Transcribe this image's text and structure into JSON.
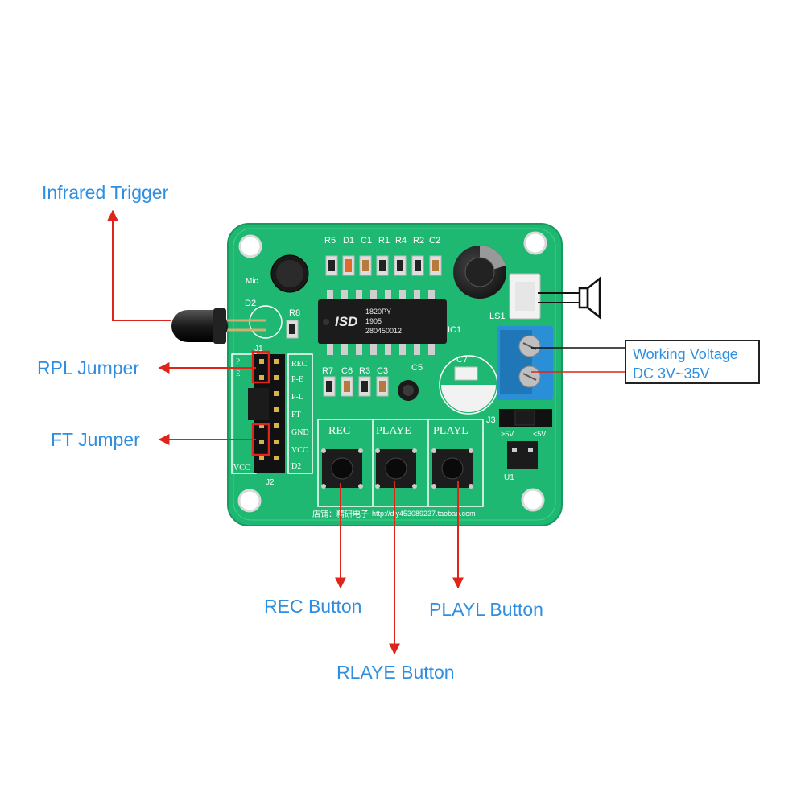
{
  "callouts": {
    "infrared_trigger": "Infrared Trigger",
    "rpl_jumper": "RPL Jumper",
    "ft_jumper": "FT Jumper",
    "rec_button": "REC Button",
    "rlaye_button": "RLAYE Button",
    "playl_button": "PLAYL Button",
    "working_voltage": "Working Voltage",
    "voltage_range": "DC 3V~35V"
  },
  "board": {
    "top_refs": [
      "R5",
      "D1",
      "C1",
      "R1",
      "R4",
      "R2",
      "C2"
    ],
    "mid_refs": [
      "R7",
      "C6",
      "R3",
      "C3"
    ],
    "mic": "Mic",
    "d2": "D2",
    "r8": "R8",
    "c5": "C5",
    "c7": "C7",
    "ic1": "IC1",
    "ls1": "LS1",
    "j1": "J1",
    "j2": "J2",
    "j3": "J3",
    "u1": "U1",
    "chip_lines": [
      "ISD",
      "1820PY",
      "1905",
      "280450012"
    ],
    "header_labels": [
      "REC",
      "P-E",
      "P-L",
      "FT",
      "GND",
      "VCC",
      "D2"
    ],
    "jumper_side_labels": [
      "P",
      "E",
      "VCC"
    ],
    "button_labels": [
      "REC",
      "PLAYE",
      "PLAYL"
    ],
    "j3_labels": [
      ">5V",
      "<5V"
    ],
    "footer_shop": "店铺：精研电子",
    "footer_url": "http://diy453089237.taobao.com"
  },
  "colors": {
    "pcb": "#1fb872",
    "arrow": "#e0241b",
    "label": "#2f8ee0",
    "terminal": "#2a8fd6"
  }
}
